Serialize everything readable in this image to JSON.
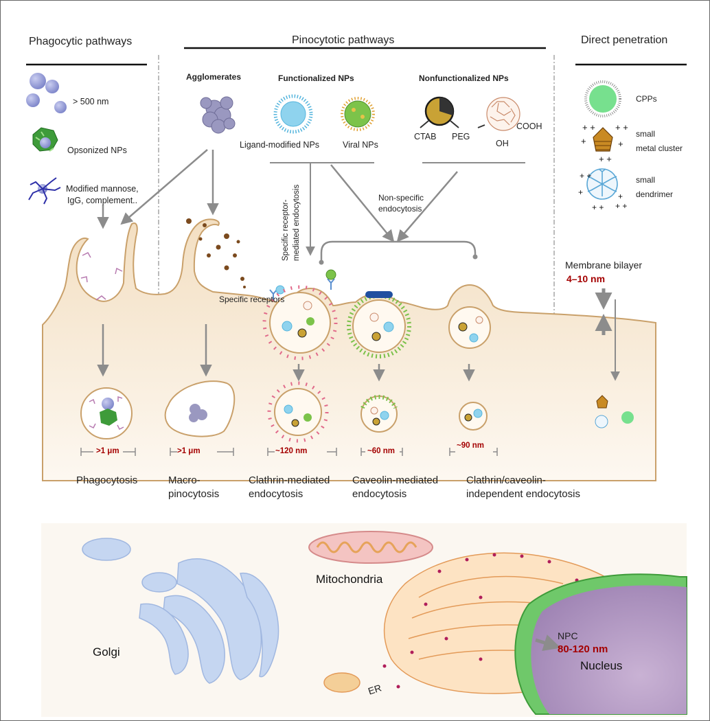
{
  "headers": {
    "phagocytic": "Phagocytic pathways",
    "pinocytotic": "Pinocytotic pathways",
    "direct": "Direct penetration"
  },
  "subheaders": {
    "agglomerates": "Agglomerates",
    "functionalized": "Functionalized NPs",
    "nonfunctionalized": "Nonfunctionalized NPs"
  },
  "phagocytic_labels": {
    "size": "> 500 nm",
    "opsonized": "Opsonized  NPs",
    "modified_line1": "Modified mannose,",
    "modified_line2": "IgG, complement.."
  },
  "np_labels": {
    "ligand": "Ligand-modified NPs",
    "viral": "Viral NPs",
    "ctab": "CTAB",
    "peg": "PEG",
    "cooh": "COOH",
    "oh": "OH"
  },
  "direct_labels": {
    "cpps": "CPPs",
    "cluster_line1": "small",
    "cluster_line2": "metal cluster",
    "dendrimer_line1": "small",
    "dendrimer_line2": "dendrimer"
  },
  "pathway_labels": {
    "specific_line1": "Specific receptor-",
    "specific_line2": "mediated endocytosis",
    "nonspecific_line1": "Non-specific",
    "nonspecific_line2": "endocytosis",
    "receptors": "Specific receptors",
    "membrane": "Membrane bilayer",
    "membrane_size": "4–10 nm"
  },
  "sizes": {
    "phago": ">1 μm",
    "macro": ">1 μm",
    "clathrin": "~120 nm",
    "caveolin": "~60 nm",
    "independent": "~90 nm"
  },
  "captions": {
    "phagocytosis": "Phagocytosis",
    "macro_line1": "Macro-",
    "macro_line2": "pinocytosis",
    "clathrin_line1": "Clathrin-mediated",
    "clathrin_line2": "endocytosis",
    "caveolin_line1": "Caveolin-mediated",
    "caveolin_line2": "endocytosis",
    "independent_line1": "Clathrin/caveolin-",
    "independent_line2": "independent endocytosis"
  },
  "organelles": {
    "mitochondria": "Mitochondria",
    "golgi": "Golgi",
    "er": "ER",
    "npc": "NPC",
    "npc_size": "80-120 nm",
    "nucleus": "Nucleus"
  },
  "colors": {
    "cell": "#f5e6cf",
    "membrane": "#c9a06a",
    "arrow": "#8c8c8c",
    "accent_red": "#a40000",
    "golgi": "#c5d6f1",
    "nucleus": "#b9a2c6",
    "er": "#f4cf98"
  }
}
